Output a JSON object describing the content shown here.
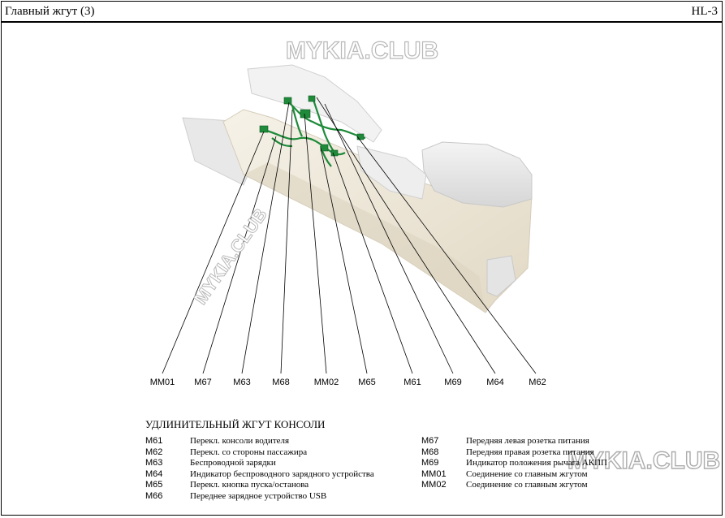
{
  "header": {
    "title": "Главный жгут (3)",
    "code": "HL-3"
  },
  "watermarks": {
    "top": "MYKIA.CLUB",
    "diagonal": "MYKIA.CLUB",
    "bottom_right": "MYKIA.CLUB"
  },
  "callouts": [
    "MM01",
    "M67",
    "M63",
    "M68",
    "MM02",
    "M65",
    "M61",
    "M69",
    "M64",
    "M62"
  ],
  "legend": {
    "title": "УДЛИНИТЕЛЬНЫЙ ЖГУТ КОНСОЛИ",
    "left": [
      {
        "code": "M61",
        "desc": "Перекл. консоли  водителя"
      },
      {
        "code": "M62",
        "desc": "Перекл. со стороны пассажира"
      },
      {
        "code": "M63",
        "desc": "Беспроводной зарядки"
      },
      {
        "code": "M64",
        "desc": "Индикатор беспроводного зарядного устройства"
      },
      {
        "code": "M65",
        "desc": "Перекл. кнопка пуска/останова"
      },
      {
        "code": "M66",
        "desc": "Переднее зарядное устройство USB"
      }
    ],
    "right": [
      {
        "code": "M67",
        "desc": "Передняя левая розетка питания"
      },
      {
        "code": "M68",
        "desc": "Передняя правая розетка питания"
      },
      {
        "code": "M69",
        "desc": "Индикатор положения рычага АКПП"
      },
      {
        "code": "MM01",
        "desc": "Соединение со главным жгутом"
      },
      {
        "code": "MM02",
        "desc": "Соединение со главным жгутом"
      }
    ]
  },
  "colors": {
    "harness": "#1e8a3a",
    "console": "#ede6d6",
    "console_shade": "#d8d0bd",
    "watermark": "#b8b8b8"
  }
}
